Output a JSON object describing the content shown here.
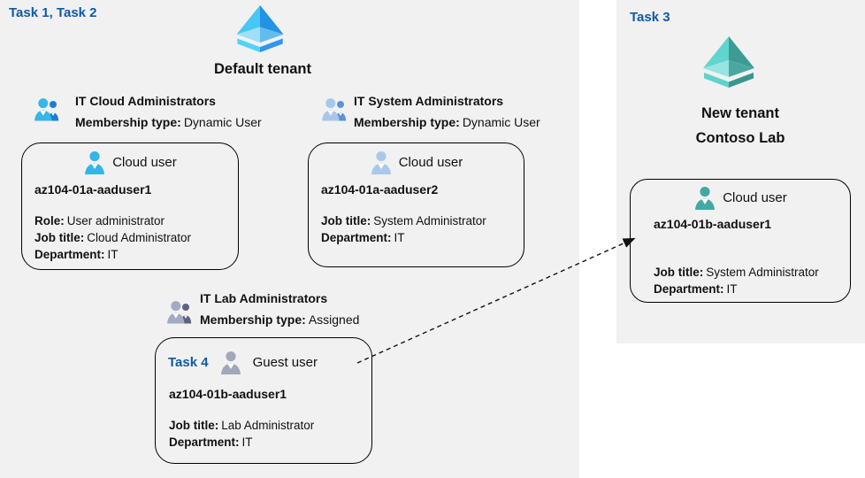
{
  "colors": {
    "panel_bg": "#f1f1f2",
    "ink": "#111111",
    "task_blue": "#0e5aa6",
    "box_border": "#000000",
    "ad_blue_tl": "#47c8f3",
    "ad_blue_tr": "#2293e5",
    "ad_blue_bl": "#9fdff8",
    "ad_blue_br": "#63bcee",
    "ad_blue_cl": "#4fd4f7",
    "ad_blue_cr": "#2e96ee",
    "ad_teal_tl": "#60d5cf",
    "ad_teal_tr": "#3c9c95",
    "ad_teal_bl": "#97e5e0",
    "ad_teal_br": "#4aa8a1",
    "ad_teal_cl": "#5fd2cc",
    "ad_teal_cr": "#38968f",
    "grp1_front": "#38b5e9",
    "grp1_back": "#1b7ed6",
    "grp2_front": "#a9c6e8",
    "grp2_back": "#5e92d6",
    "grp3_front": "#a4aac3",
    "grp3_back": "#5c6280",
    "user_cyan": "#32b6e6",
    "user_lightblue": "#abc8e9",
    "user_gray": "#a2a7ba",
    "user_teal": "#41a9a3"
  },
  "left_panel": {
    "task_label": "Task 1, Task 2",
    "tenant": {
      "name": "Default tenant",
      "icon": "azure-ad-tenant-icon-blue"
    },
    "groups": [
      {
        "icon": "group-people-icon-blue",
        "name": "IT Cloud Administrators",
        "membership_label": "Membership type:",
        "membership_value": "Dynamic User"
      },
      {
        "icon": "group-people-icon-lightblue",
        "name": "IT System Administrators",
        "membership_label": "Membership type:",
        "membership_value": "Dynamic User"
      },
      {
        "icon": "group-people-icon-gray",
        "name": "IT Lab Administrators",
        "membership_label": "Membership type:",
        "membership_value": "Assigned"
      }
    ],
    "users": [
      {
        "icon": "cloud-user-icon-cyan",
        "type_label": "Cloud user",
        "name": "az104-01a-aaduser1",
        "attributes": [
          {
            "label": "Role:",
            "value": "User administrator"
          },
          {
            "label": "Job title:",
            "value": "Cloud Administrator"
          },
          {
            "label": "Department:",
            "value": "IT"
          }
        ]
      },
      {
        "icon": "cloud-user-icon-lightblue",
        "type_label": "Cloud user",
        "name": "az104-01a-aaduser2",
        "attributes": [
          {
            "label": "Job title:",
            "value": "System Administrator"
          },
          {
            "label": "Department:",
            "value": "IT"
          }
        ]
      },
      {
        "icon": "guest-user-icon-gray",
        "task_label": "Task 4",
        "type_label": "Guest user",
        "name": "az104-01b-aaduser1",
        "attributes": [
          {
            "label": "Job title:",
            "value": "Lab Administrator"
          },
          {
            "label": "Department:",
            "value": "IT"
          }
        ]
      }
    ]
  },
  "right_panel": {
    "task_label": "Task 3",
    "tenant": {
      "name_line1": "New tenant",
      "name_line2": "Contoso Lab",
      "icon": "azure-ad-tenant-icon-teal"
    },
    "user": {
      "icon": "cloud-user-icon-teal",
      "type_label": "Cloud user",
      "name": "az104-01b-aaduser1",
      "attributes": [
        {
          "label": "Job title:",
          "value": "System Administrator"
        },
        {
          "label": "Department:",
          "value": "IT"
        }
      ]
    }
  }
}
